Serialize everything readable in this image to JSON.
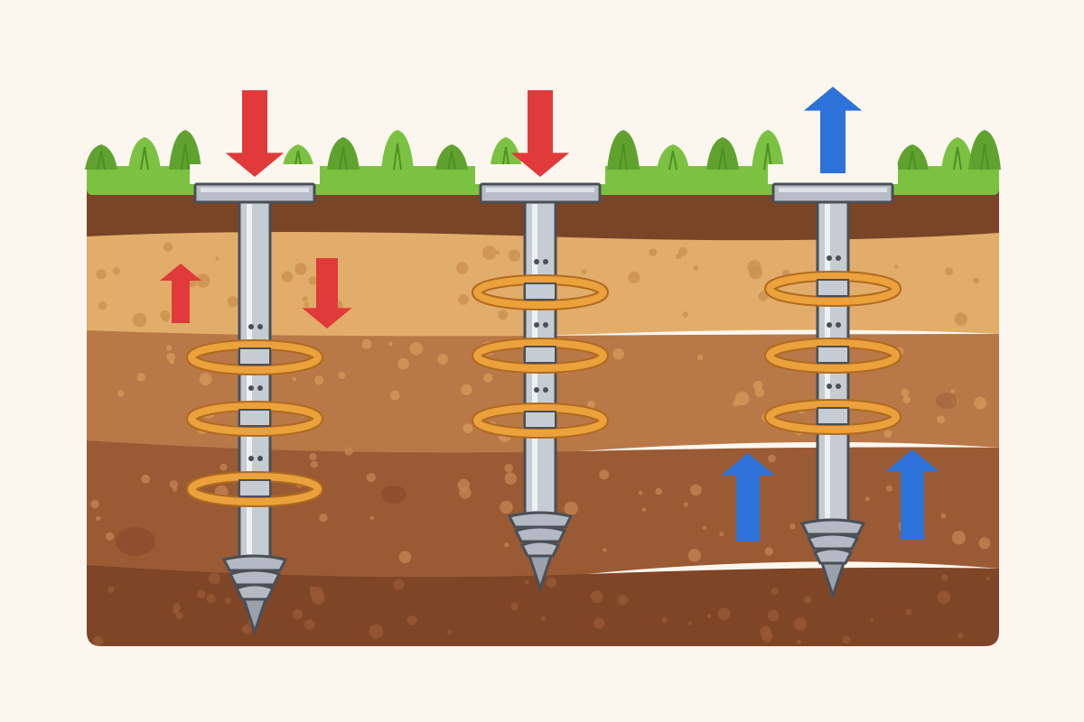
{
  "colors": {
    "background": "#fbf6ee",
    "grass": "#7cc242",
    "grass_dark": "#5fa32e",
    "topsoil": "#7a4526",
    "sand_layer": "#e2ad6a",
    "mid_soil": "#b97848",
    "deep_soil": "#9a5a34",
    "bottom_soil": "#7e4527",
    "pile_steel": "#c6ccd4",
    "pile_outline": "#4a4f57",
    "helix": "#eba23c",
    "compression_arrow": "#e03a3a",
    "tension_arrow": "#2d72d9"
  },
  "diagram": {
    "piles": [
      {
        "id": "pile-1",
        "helix_count": 3,
        "load_direction": "down",
        "load_color": "compression_arrow",
        "side_arrows": [
          {
            "direction": "up",
            "color": "compression_arrow"
          },
          {
            "direction": "down",
            "color": "compression_arrow"
          }
        ]
      },
      {
        "id": "pile-2",
        "helix_count": 3,
        "load_direction": "down",
        "load_color": "compression_arrow",
        "side_arrows": []
      },
      {
        "id": "pile-3",
        "helix_count": 3,
        "load_direction": "up",
        "load_color": "tension_arrow",
        "side_arrows": [
          {
            "direction": "up",
            "color": "tension_arrow"
          },
          {
            "direction": "up",
            "color": "tension_arrow"
          }
        ]
      }
    ],
    "soil_layers": [
      "topsoil",
      "sand_layer",
      "mid_soil",
      "deep_soil",
      "bottom_soil"
    ]
  }
}
